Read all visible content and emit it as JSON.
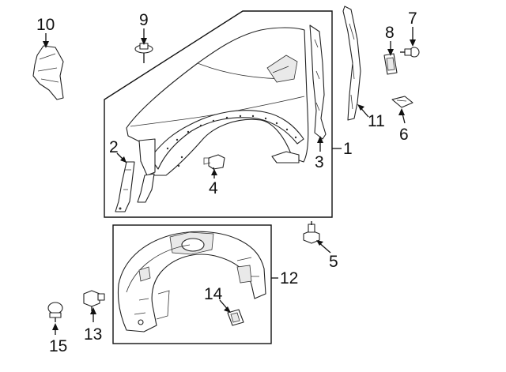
{
  "callouts": [
    {
      "id": "1",
      "label": "1"
    },
    {
      "id": "2",
      "label": "2"
    },
    {
      "id": "3",
      "label": "3"
    },
    {
      "id": "4",
      "label": "4"
    },
    {
      "id": "5",
      "label": "5"
    },
    {
      "id": "6",
      "label": "6"
    },
    {
      "id": "7",
      "label": "7"
    },
    {
      "id": "8",
      "label": "8"
    },
    {
      "id": "9",
      "label": "9"
    },
    {
      "id": "10",
      "label": "10"
    },
    {
      "id": "11",
      "label": "11"
    },
    {
      "id": "12",
      "label": "12"
    },
    {
      "id": "13",
      "label": "13"
    },
    {
      "id": "14",
      "label": "14"
    },
    {
      "id": "15",
      "label": "15"
    }
  ],
  "colors": {
    "line": "#111111",
    "background": "#ffffff",
    "shade": "#e9e9e9"
  }
}
